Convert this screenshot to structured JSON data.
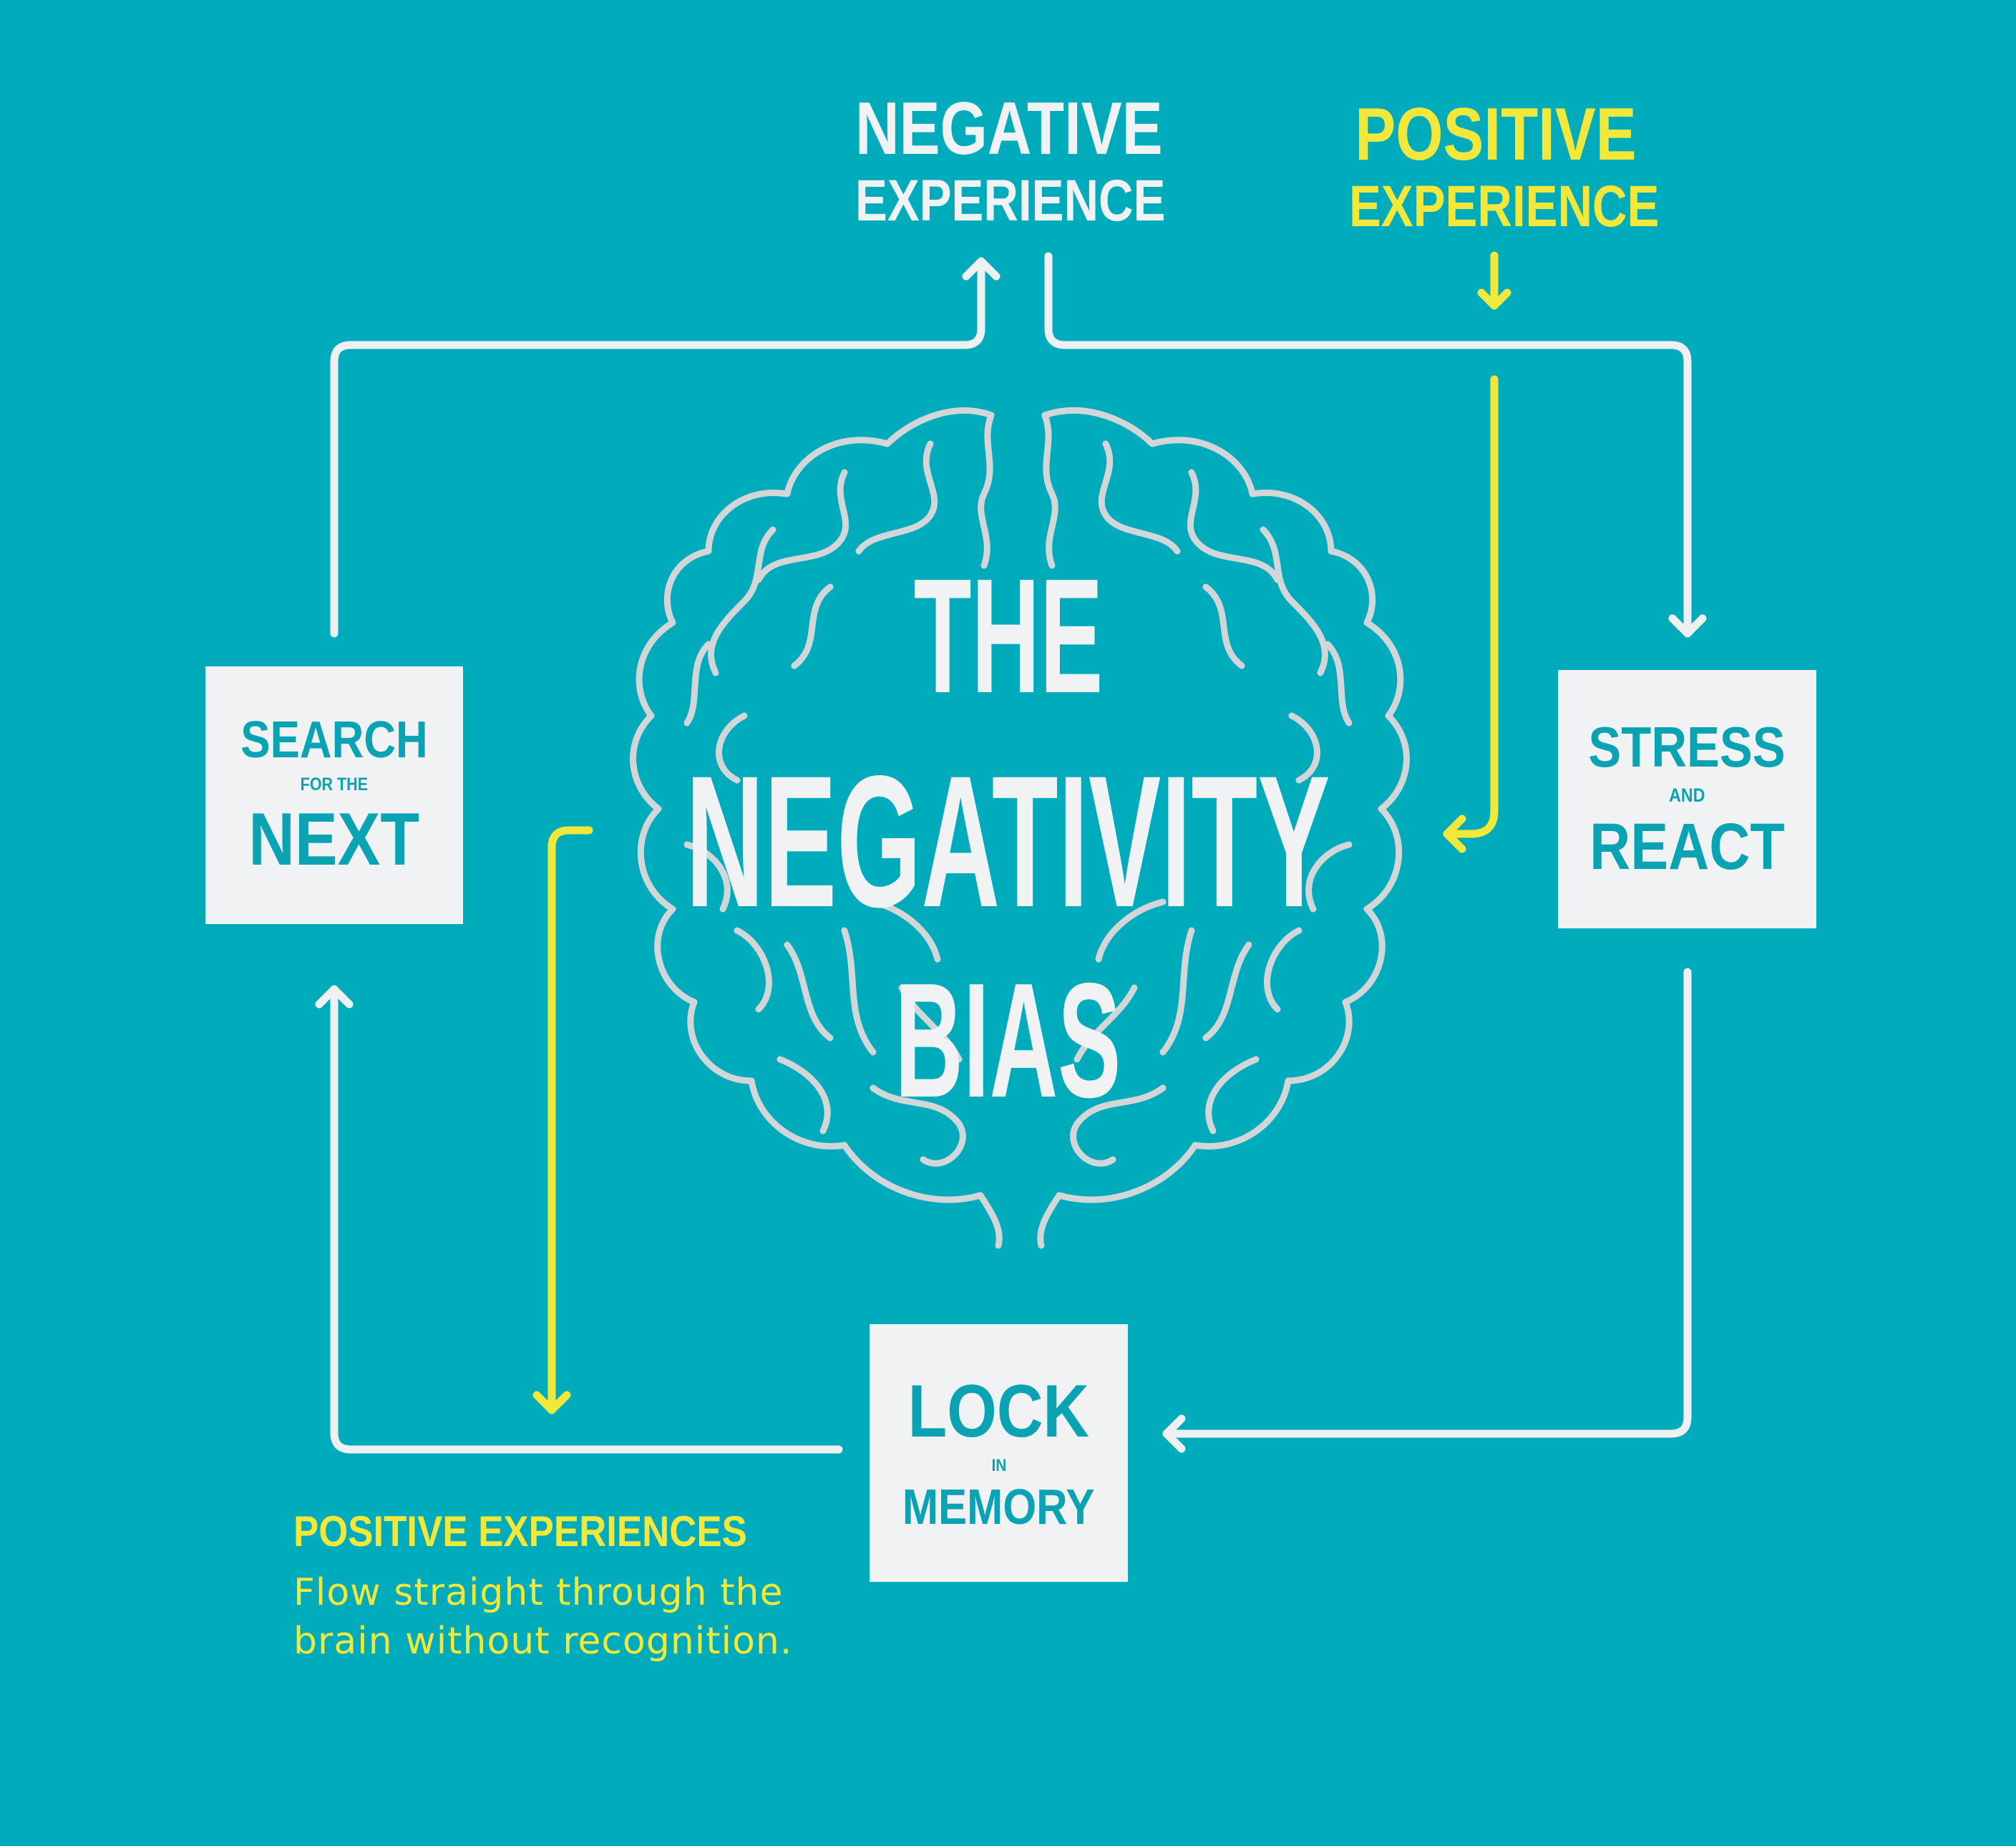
{
  "colors": {
    "background": "#00abbb",
    "light": "#f1f2f3",
    "yellow": "#f2e83b",
    "teal_text": "#0aa3b3"
  },
  "top_labels": {
    "negative": {
      "line1": "NEGATIVE",
      "line2": "EXPERIENCE"
    },
    "positive": {
      "line1": "POSITIVE",
      "line2": "EXPERIENCE"
    }
  },
  "title": {
    "line1": "THE",
    "line2": "NEGATIVITY",
    "line3": "BIAS"
  },
  "boxes": {
    "search": {
      "big": "SEARCH",
      "small": "FOR THE",
      "big2": "NEXT"
    },
    "stress": {
      "big": "STRESS",
      "small": "AND",
      "big2": "REACT"
    },
    "lock": {
      "big": "LOCK",
      "small": "IN",
      "big2": "MEMORY"
    }
  },
  "note": {
    "heading": "POSITIVE EXPERIENCES",
    "body_line1": "Flow straight through the",
    "body_line2": "brain without recognition."
  },
  "icons": {
    "brain": "brain-outline-icon"
  }
}
